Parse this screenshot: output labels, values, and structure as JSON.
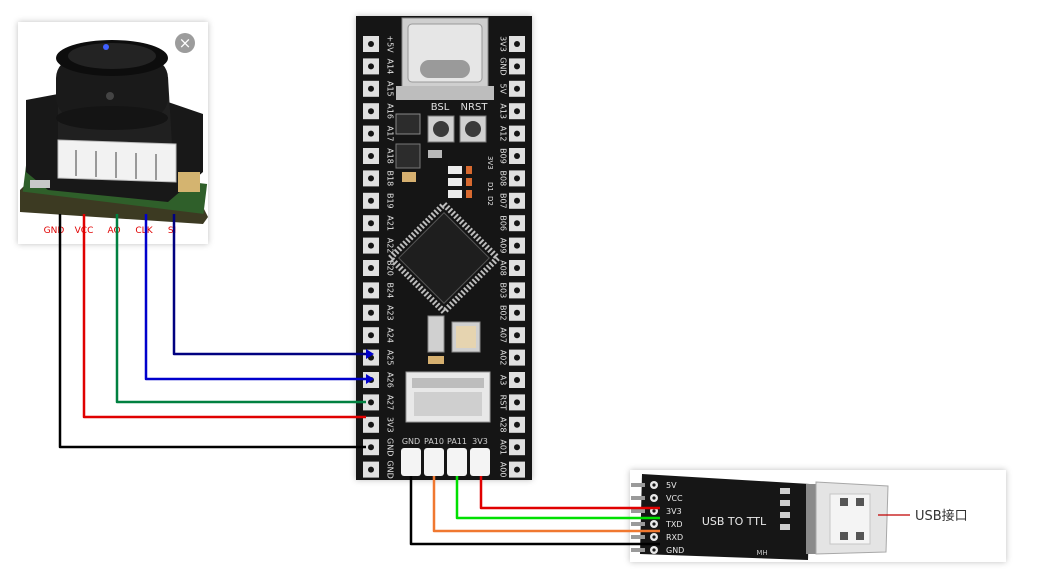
{
  "sensor": {
    "close_symbol": "×",
    "pins": [
      "GND",
      "VCC",
      "AO",
      "CLK",
      "SI"
    ]
  },
  "board": {
    "left_pins": [
      "+5V",
      "A14",
      "A15",
      "A16",
      "A17",
      "A18",
      "B18",
      "B19",
      "A21",
      "A22",
      "B20",
      "B24",
      "A23",
      "A24",
      "A25",
      "A26",
      "A27",
      "3V3",
      "GND",
      "GND"
    ],
    "right_pins": [
      "3V3",
      "GND",
      "5V",
      "A13",
      "A12",
      "B09",
      "B08",
      "B07",
      "B06",
      "A09",
      "A08",
      "B03",
      "B02",
      "A07",
      "A02",
      "A3",
      "RST",
      "A28",
      "A01",
      "A00"
    ],
    "buttons": [
      "BSL",
      "NRST"
    ],
    "led_labels": [
      "3V3",
      "D1",
      "D2"
    ],
    "bottom_pins": [
      "GND",
      "PA10",
      "PA11",
      "3V3"
    ]
  },
  "usb_ttl": {
    "pins": [
      "5V",
      "VCC",
      "3V3",
      "TXD",
      "RXD",
      "GND"
    ],
    "module_label": "USB TO TTL",
    "brand": "MH",
    "callout": "USB接口"
  },
  "colors": {
    "gnd": "#000000",
    "vcc": "#e00000",
    "ao": "#008040",
    "clk": "#0000cc",
    "si": "#000080",
    "rx_wire": "#f07830",
    "tx_wire": "#00e000",
    "board": "#151515",
    "label_red": "#e00000"
  }
}
